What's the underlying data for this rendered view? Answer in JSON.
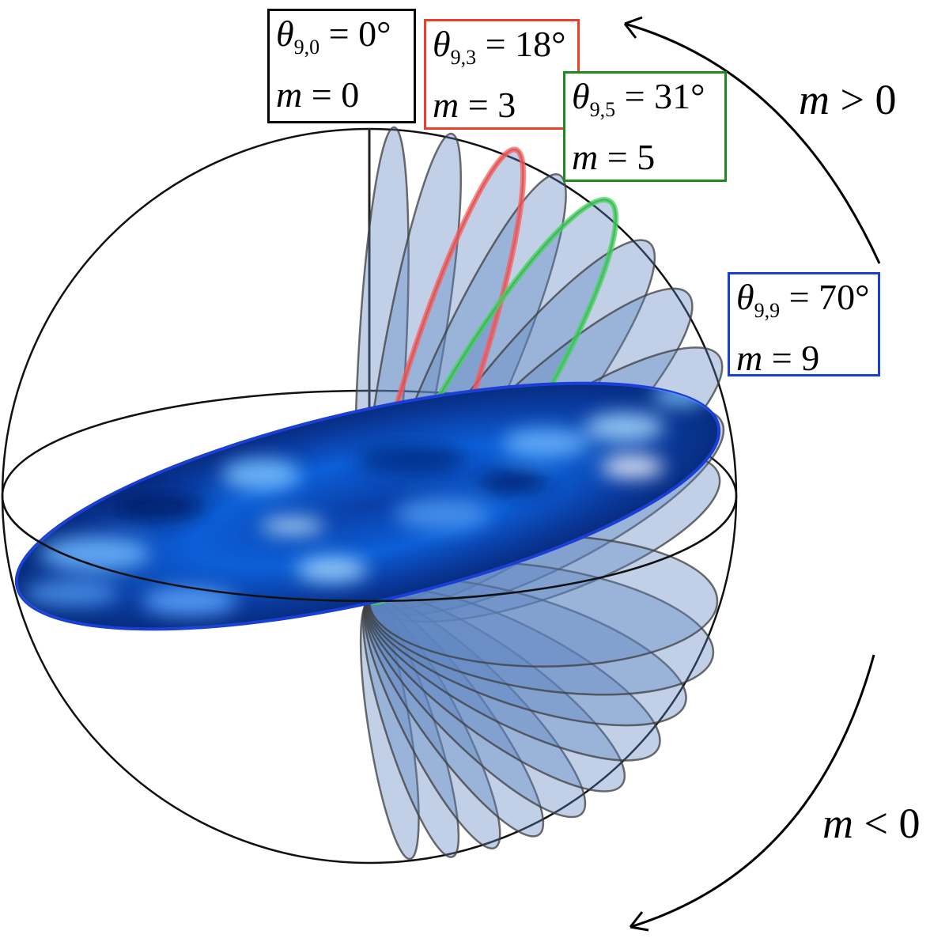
{
  "labels": [
    {
      "id": "m0",
      "theta_prefix": "θ",
      "theta_sub": "9,0",
      "theta_value": "0°",
      "m_value": "0",
      "color": "#000000"
    },
    {
      "id": "m3",
      "theta_prefix": "θ",
      "theta_sub": "9,3",
      "theta_value": "18°",
      "m_value": "3",
      "color": "#e8402a"
    },
    {
      "id": "m5",
      "theta_prefix": "θ",
      "theta_sub": "9,5",
      "theta_value": "31°",
      "m_value": "5",
      "color": "#1f8a1f"
    },
    {
      "id": "m9",
      "theta_prefix": "θ",
      "theta_sub": "9,9",
      "theta_value": "70°",
      "m_value": "9",
      "color": "#1a3fd6"
    }
  ],
  "m_symbol": "m",
  "eq_sign": "=",
  "side_labels": {
    "positive": {
      "m": "m",
      "rel": ">",
      "val": "0"
    },
    "negative": {
      "m": "m",
      "rel": "<",
      "val": "0"
    }
  },
  "colors": {
    "petal_fill": "#5b84bf",
    "petal_stroke": "#3d3d3d",
    "highlight_red": "#ff5a5a",
    "highlight_green": "#3fd65a",
    "disk_dark": "#001a66",
    "disk_light": "#7ec4ff",
    "disk_edge": "#1a3fd6"
  }
}
